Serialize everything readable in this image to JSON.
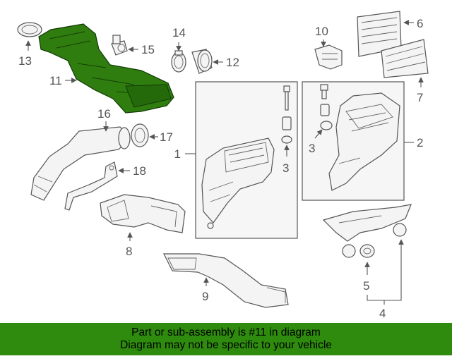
{
  "callouts": {
    "c1": "1",
    "c2": "2",
    "c3a": "3",
    "c3b": "3",
    "c4": "4",
    "c5": "5",
    "c6": "6",
    "c7": "7",
    "c8": "8",
    "c9": "9",
    "c10": "10",
    "c11": "11",
    "c12": "12",
    "c13": "13",
    "c14": "14",
    "c15": "15",
    "c16": "16",
    "c17": "17",
    "c18": "18"
  },
  "highlight_part": "11",
  "colors": {
    "highlight": "#2e7d0e",
    "banner": "#2e8b0e",
    "lines": "#555555"
  },
  "banner": {
    "line1": "Part or sub-assembly is #11 in diagram",
    "line2": "Diagram may not be specific to your vehicle"
  }
}
